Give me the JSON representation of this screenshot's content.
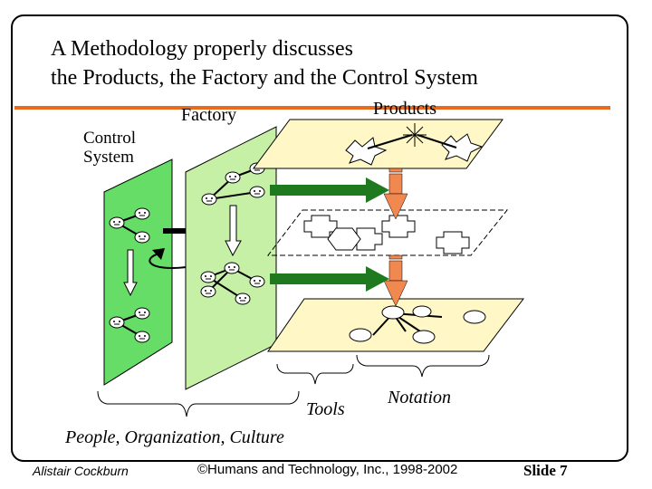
{
  "slide": {
    "title_line1": "A Methodology properly discusses",
    "title_line2": "the Products, the Factory and the Control System"
  },
  "diagram": {
    "labels": {
      "control_system_line1": "Control",
      "control_system_line2": "System",
      "factory": "Factory",
      "products": "Products",
      "tools": "Tools",
      "notation": "Notation",
      "people": "People, Organization, Culture"
    },
    "colors": {
      "control_plane": "#66dd66",
      "factory_plane": "#c5f0a6",
      "product_plane": "#fff7c6",
      "arrow_green": "#1f7a1f",
      "arrow_orange": "#f08850",
      "title_rule": "#e86a1e"
    }
  },
  "footer": {
    "author": "Alistair Cockburn",
    "copyright": "©Humans and Technology, Inc., 1998-2002",
    "slide_label": "Slide 7"
  }
}
